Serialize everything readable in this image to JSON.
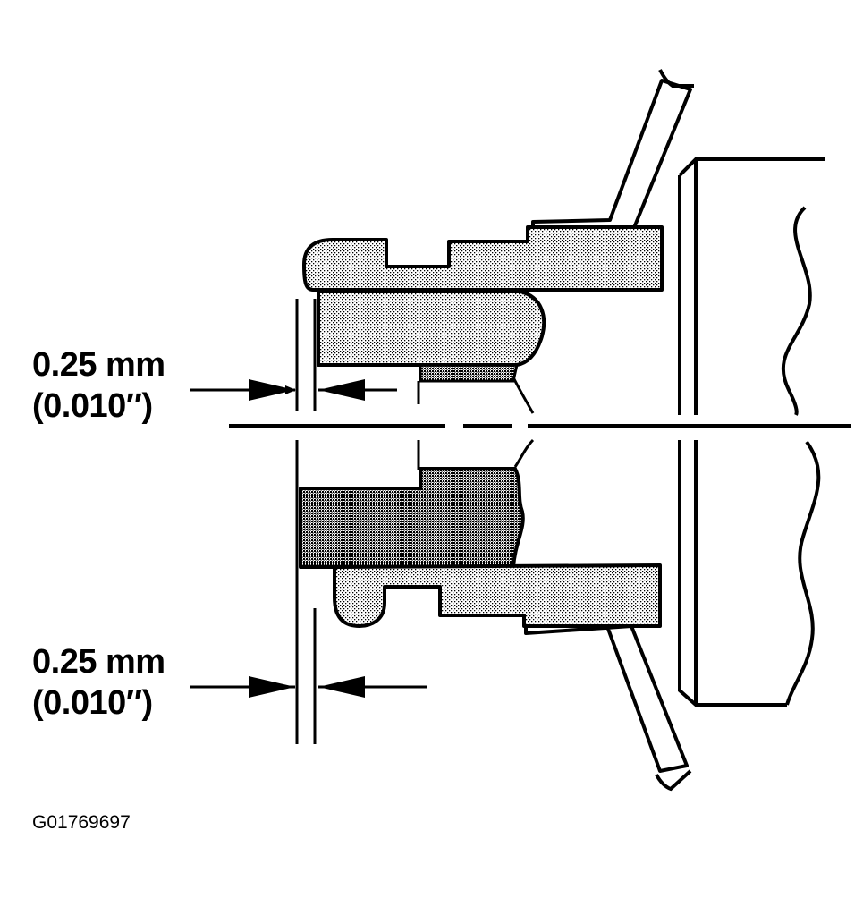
{
  "labels": {
    "upper_gap": {
      "metric": "0.25 mm",
      "imperial": "(0.010″)"
    },
    "lower_gap": {
      "metric": "0.25 mm",
      "imperial": "(0.010″)"
    },
    "figure_id": "G01769697"
  },
  "colors": {
    "ink": "#000000",
    "light_stipple": "#c9c9c9",
    "dark_stipple": "#5a5a5a",
    "background": "#ffffff"
  }
}
